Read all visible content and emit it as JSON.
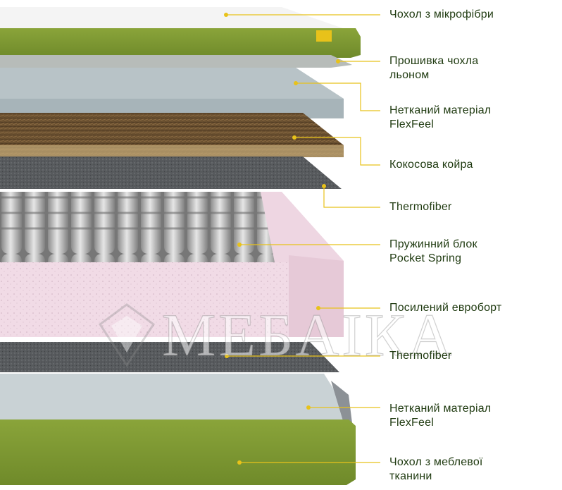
{
  "labels": [
    {
      "id": "microfiber",
      "lines": [
        "Чохол з мікрофібри"
      ]
    },
    {
      "id": "stitching",
      "lines": [
        "Прошивка чохла",
        "льоном"
      ]
    },
    {
      "id": "flexfeel-top",
      "lines": [
        "Нетканий матеріал",
        "FlexFeel"
      ]
    },
    {
      "id": "coconut",
      "lines": [
        "Кокосова койра"
      ]
    },
    {
      "id": "thermofiber-top",
      "lines": [
        "Thermofiber"
      ]
    },
    {
      "id": "spring",
      "lines": [
        "Пружинний блок",
        "Pocket Spring"
      ]
    },
    {
      "id": "euroboard",
      "lines": [
        "Посилений евроборт"
      ]
    },
    {
      "id": "thermofiber-bottom",
      "lines": [
        "Thermofiber"
      ]
    },
    {
      "id": "flexfeel-bottom",
      "lines": [
        "Нетканий матеріал",
        "FlexFeel"
      ]
    },
    {
      "id": "furniture-cover",
      "lines": [
        "Чохол з меблевої",
        "тканини"
      ]
    }
  ],
  "watermark": {
    "text": "МЕБАІКА"
  },
  "colors": {
    "label_text": "#1f3a10",
    "callout_line": "#e8c21a",
    "olive_cover": "#7f9a33",
    "microfiber": "#f3f3f3",
    "felt": "#aeb8bc",
    "coconut": "#6d5433",
    "thermofiber": "#5a5c5f",
    "spring": "#9a9a9a",
    "euroboard": "#efd7e3"
  }
}
